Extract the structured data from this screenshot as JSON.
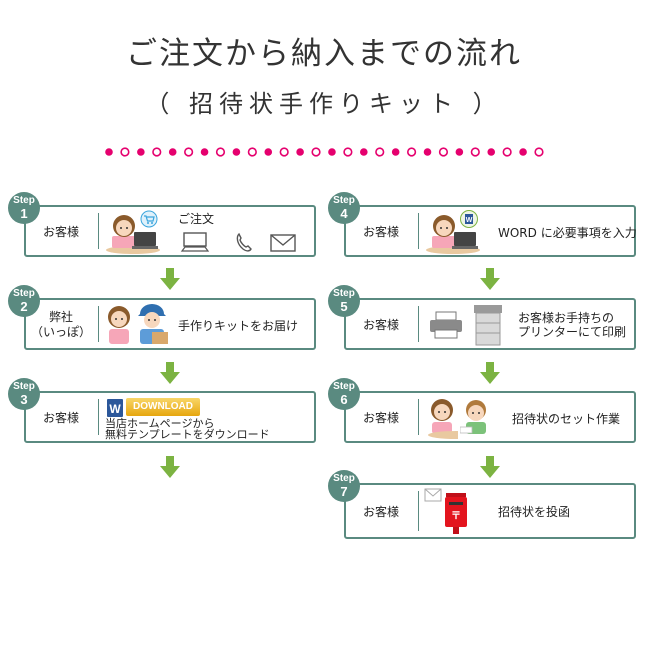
{
  "title": "ご注文から納入までの流れ",
  "subtitle": "（ 招待状手作りキット ）",
  "colors": {
    "accent": "#5a8a80",
    "arrow": "#7cb342",
    "dot": "#e5006e"
  },
  "step_word": "Step",
  "steps": [
    {
      "num": "1",
      "who": "お客様",
      "label": "ご注文",
      "icons": [
        "girl-with-laptop-icon",
        "cart-icon",
        "computer-icon",
        "phone-icon",
        "mail-icon"
      ]
    },
    {
      "num": "2",
      "who": "弊社\n（いっぽ）",
      "label": "手作りキットをお届け",
      "icons": [
        "girl-icon",
        "delivery-man-icon"
      ]
    },
    {
      "num": "3",
      "who": "お客様",
      "label": "当店ホームページから\n無料テンプレートをダウンロード",
      "button": "DOWNLOAD",
      "icons": [
        "word-icon"
      ]
    },
    {
      "num": "4",
      "who": "お客様",
      "label": "WORD に必要事項を入力",
      "icons": [
        "girl-with-laptop-icon",
        "word-icon"
      ]
    },
    {
      "num": "5",
      "who": "お客様",
      "label": "お客様お手持ちの\nプリンターにて印刷",
      "icons": [
        "printer-icon",
        "copier-icon"
      ]
    },
    {
      "num": "6",
      "who": "お客様",
      "label": "招待状のセット作業",
      "icons": [
        "girl-icon",
        "boy-icon"
      ]
    },
    {
      "num": "7",
      "who": "お客様",
      "label": "招待状を投函",
      "icons": [
        "postbox-icon",
        "envelope-icon"
      ]
    }
  ]
}
